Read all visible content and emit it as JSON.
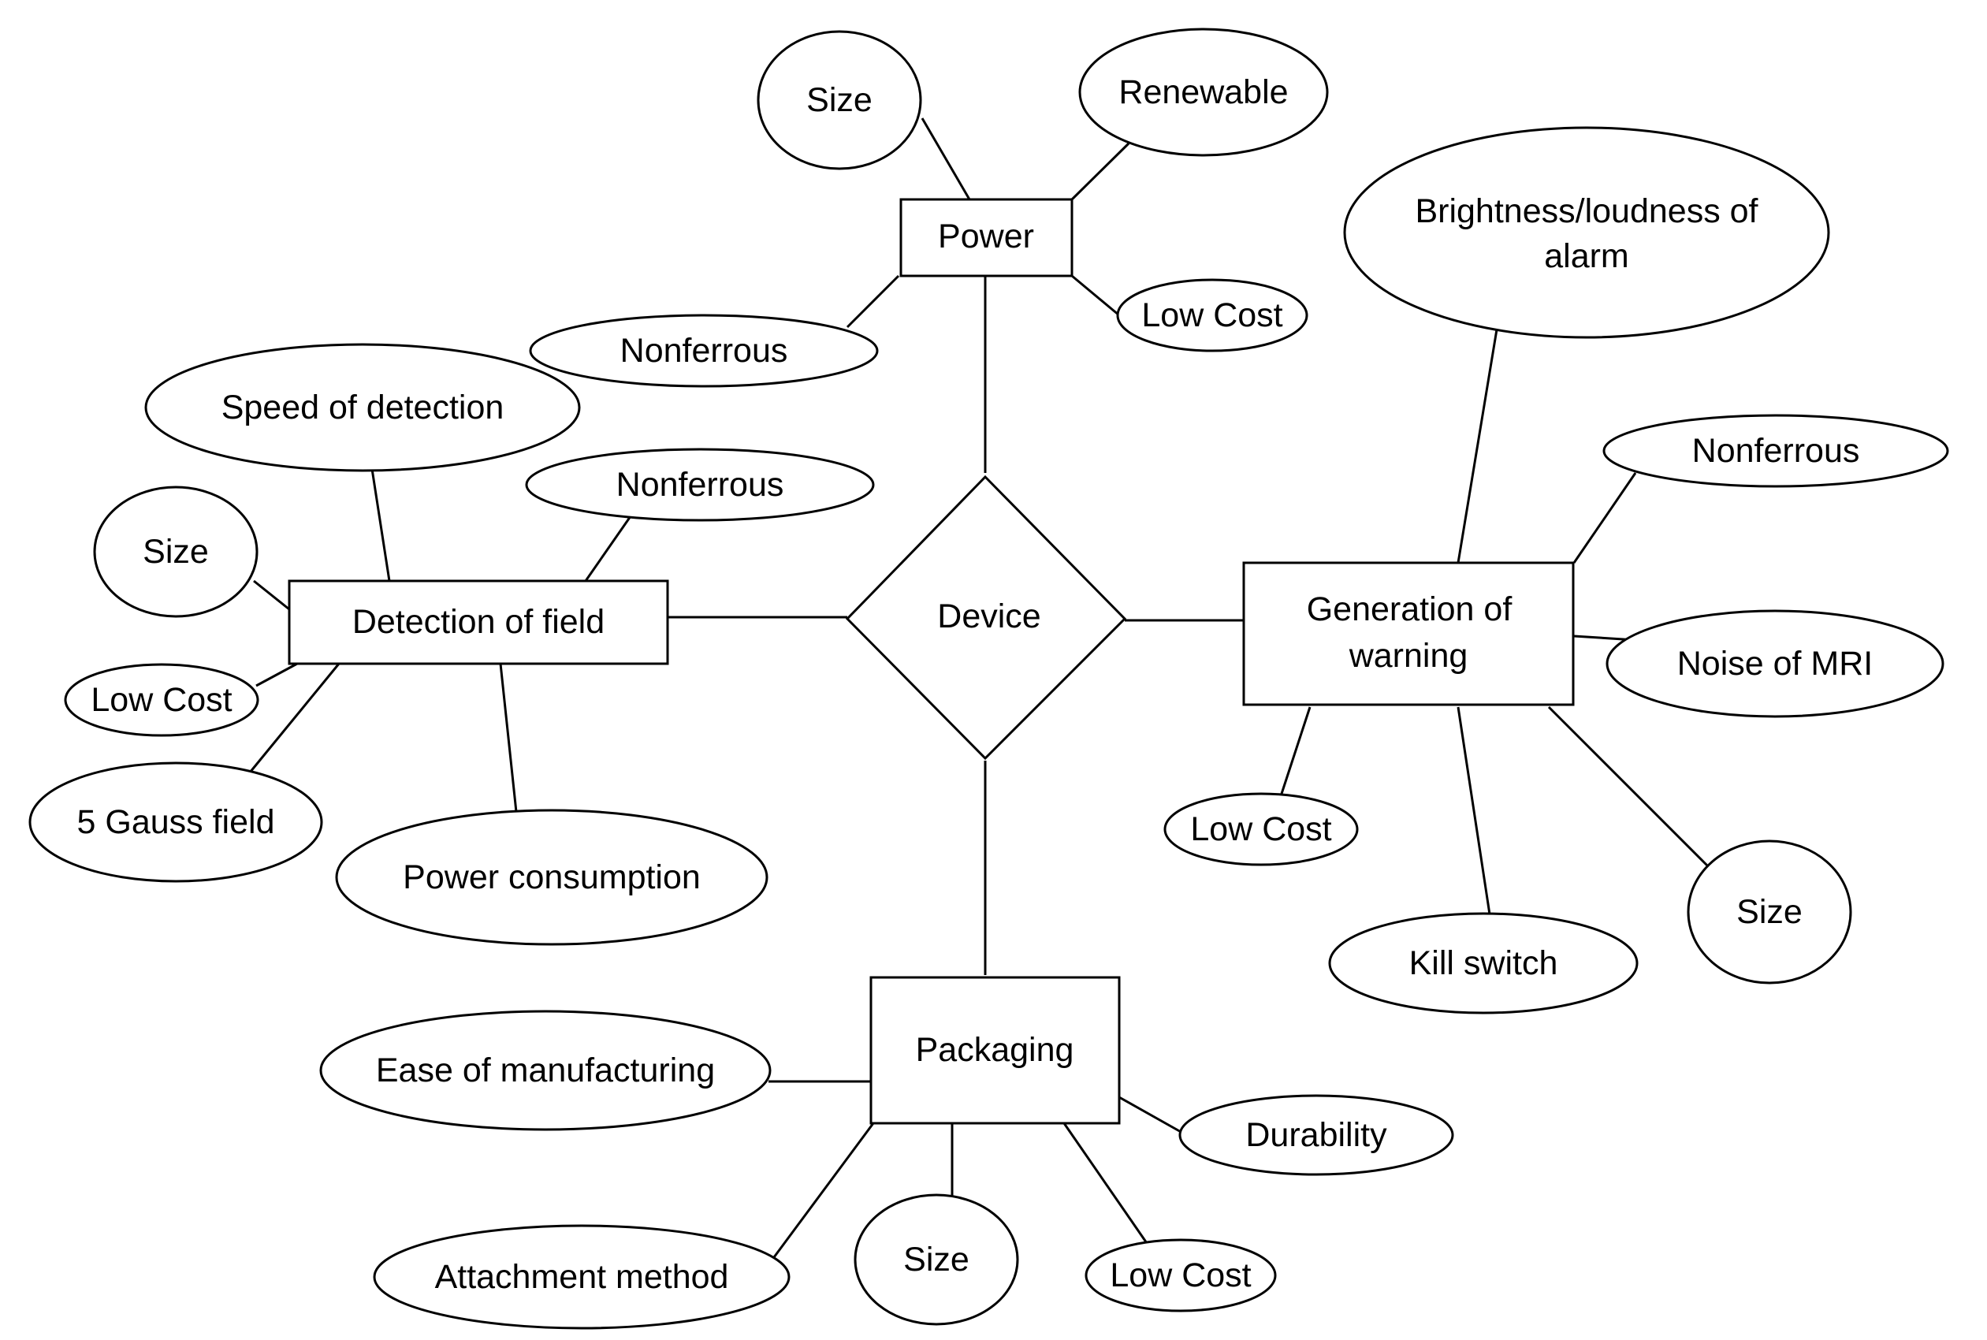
{
  "center": {
    "label": "Device"
  },
  "power": {
    "label": "Power",
    "attributes": [
      "Size",
      "Renewable",
      "Nonferrous",
      "Low Cost"
    ]
  },
  "detection": {
    "label": "Detection of field",
    "attributes": [
      "Speed of detection",
      "Nonferrous",
      "Size",
      "Low Cost",
      "5 Gauss field",
      "Power consumption"
    ]
  },
  "warning": {
    "label_line1": "Generation of",
    "label_line2": "warning",
    "brightness_line1": "Brightness/loudness of",
    "brightness_line2": "alarm",
    "attributes": [
      "Nonferrous",
      "Noise of MRI",
      "Low Cost",
      "Kill switch",
      "Size"
    ]
  },
  "packaging": {
    "label": "Packaging",
    "attributes": [
      "Ease of manufacturing",
      "Durability",
      "Attachment method",
      "Size",
      "Low Cost"
    ]
  }
}
